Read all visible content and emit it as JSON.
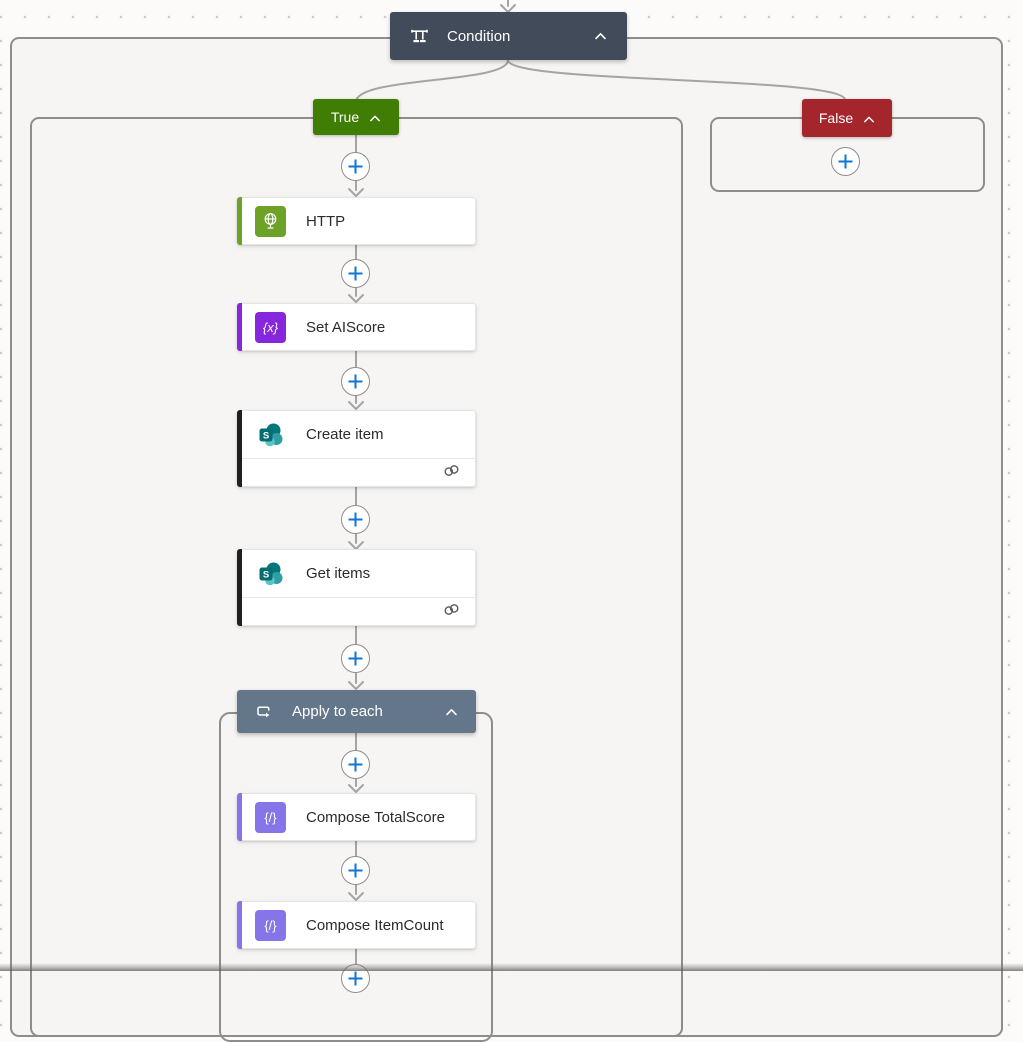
{
  "workflow": {
    "condition": {
      "label": "Condition",
      "header_color": "#414b59"
    },
    "branch_true": {
      "label": "True",
      "color": "#3f7d04"
    },
    "branch_false": {
      "label": "False",
      "color": "#a4262c"
    },
    "actions": {
      "http": {
        "label": "HTTP",
        "accent": "#6da226"
      },
      "set_aiscore": {
        "label": "Set AIScore",
        "accent": "#8627dd",
        "glyph": "{x}"
      },
      "create_item": {
        "label": "Create item",
        "accent": "#1f2021",
        "sharepoint_initial": "S"
      },
      "get_items": {
        "label": "Get items",
        "accent": "#1f2021",
        "sharepoint_initial": "S"
      },
      "apply_to_each": {
        "label": "Apply to each",
        "header_color": "#64778a"
      },
      "compose_totalscore": {
        "label": "Compose TotalScore",
        "accent": "#8674e9",
        "glyph": "{/}"
      },
      "compose_itemcount": {
        "label": "Compose ItemCount",
        "accent": "#8674e9",
        "glyph": "{/}"
      }
    },
    "colors": {
      "connector": "#a6a4a2",
      "plus_blue": "#0e76d4",
      "canvas_fill": "#f6f5f3",
      "scope_border": "#8f8d8b"
    }
  }
}
